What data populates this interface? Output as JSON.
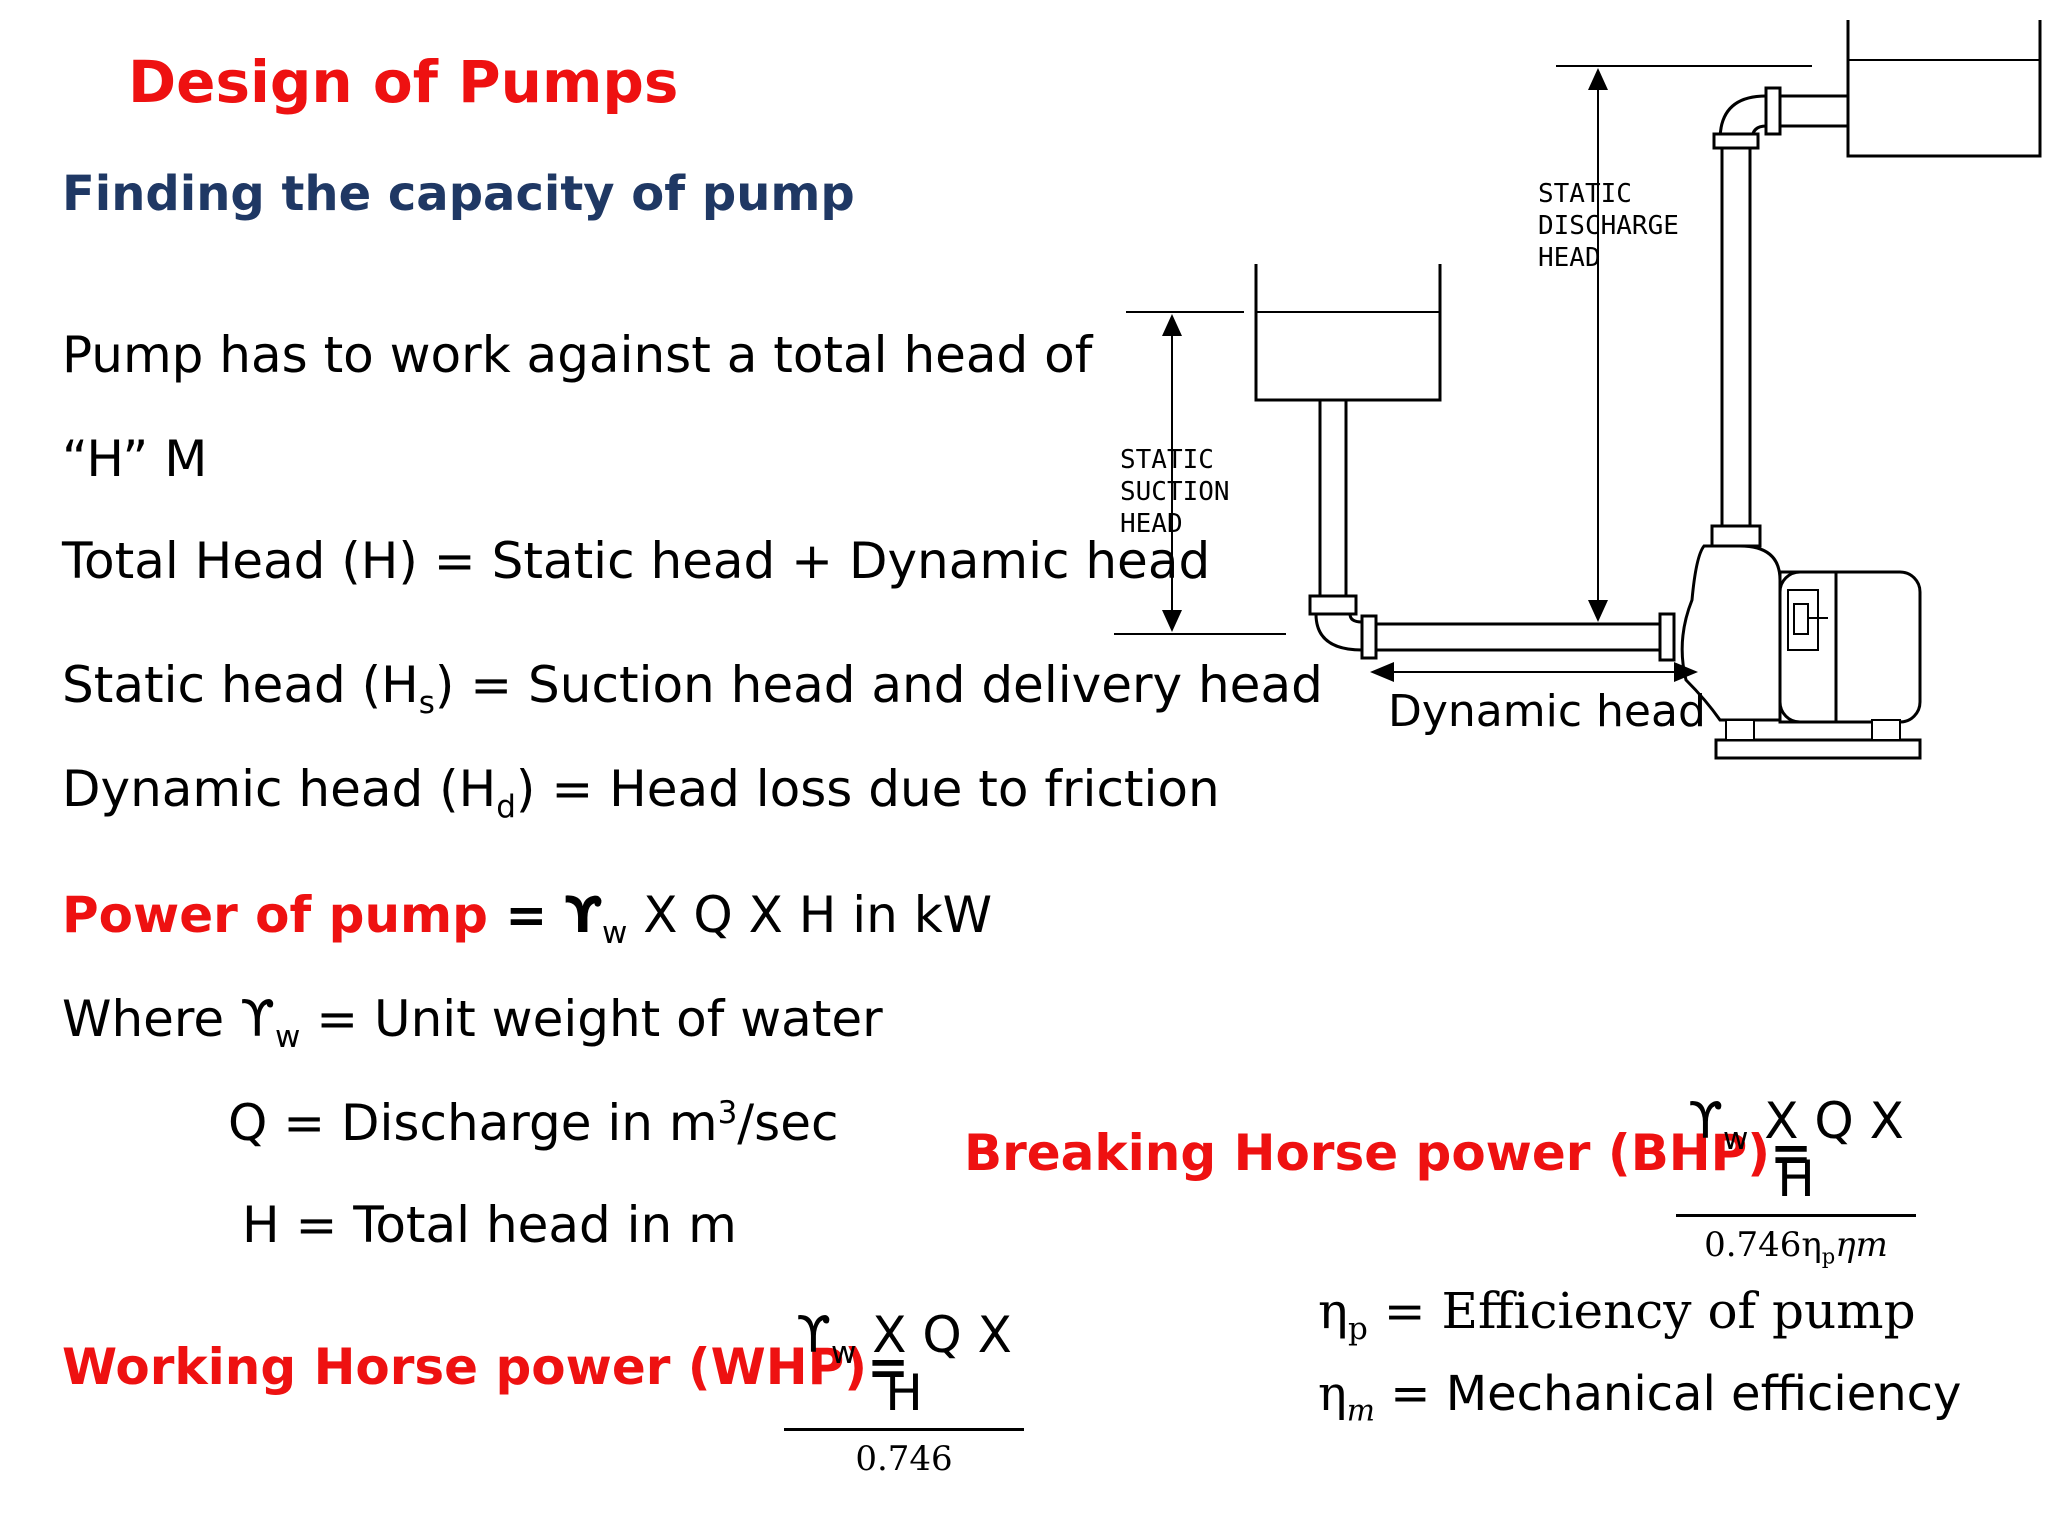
{
  "title": "Design of Pumps",
  "subtitle": "Finding the capacity of pump",
  "lines": {
    "total_head_1": "Pump has to work against a total head of",
    "total_head_2": "“H”  M",
    "total_head_def": "Total Head (H) = Static head + Dynamic head",
    "static_pre": "Static head (H",
    "static_sub": "s",
    "static_post": ") = Suction head and delivery head",
    "dynamic_pre": "Dynamic head (H",
    "dynamic_sub": "d",
    "dynamic_post": ") = Head loss due to friction"
  },
  "power": {
    "label": "Power of pump",
    "eq": " = ϒ",
    "sub": "w",
    "rest": " X Q X H     in  kW"
  },
  "where": {
    "pre": "Where ϒ",
    "sub": "w",
    "post": "  = Unit weight of water",
    "q_pre": "Q = Discharge in m",
    "q_sup": "3",
    "q_post": "/sec",
    "h_def": "H = Total head in m"
  },
  "bhp": {
    "label": "Breaking Horse power (BHP)",
    "eq": "=",
    "num_pre": "ϒ",
    "num_sub": "w",
    "num_post": " X Q X H",
    "den_pre": "0.746η",
    "den_sub": "p",
    "den_post": "ηm"
  },
  "whp": {
    "label": "Working Horse power (WHP)",
    "eq": "=",
    "num_pre": "ϒ",
    "num_sub": "w",
    "num_post": " X Q X H",
    "den": "0.746"
  },
  "efficiency": {
    "p_sym": "η",
    "p_sub": "p",
    "p_text": " = Efficiency of pump",
    "m_sym": "η",
    "m_sub": "m",
    "m_text": " = Mechanical efficiency"
  },
  "diagram": {
    "discharge_label": [
      "STATIC",
      "DISCHARGE",
      "HEAD"
    ],
    "suction_label": [
      "STATIC",
      "SUCTION",
      "HEAD"
    ],
    "dynamic_label": "Dynamic head"
  }
}
